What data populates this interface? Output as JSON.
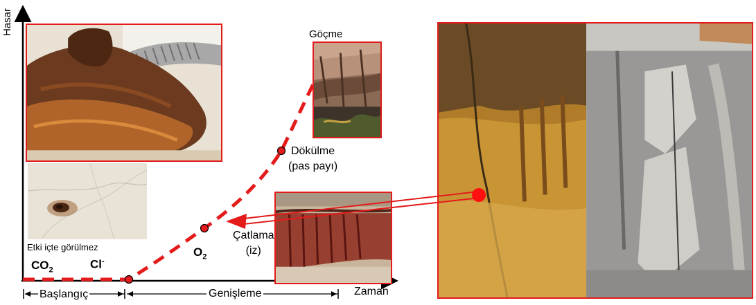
{
  "axes": {
    "y_label": "Hasar",
    "x_label": "Zaman"
  },
  "labels": {
    "collapse": "Göçme",
    "spalling_line1": "Dökülme",
    "spalling_line2": "(pas payı)",
    "cracking_line1": "Çatlama",
    "cracking_line2": "(iz)",
    "oxygen": "O",
    "oxygen_sub": "2",
    "carbon_dioxide": "CO",
    "carbon_dioxide_sub": "2",
    "chloride": "Cl",
    "chloride_sup": "-",
    "hidden_effect": "Etki içte görülmez"
  },
  "phases": {
    "initiation": "Başlangıç",
    "propagation": "Genişleme"
  },
  "colors": {
    "accent": "#e31b1b",
    "axis": "#000000"
  }
}
